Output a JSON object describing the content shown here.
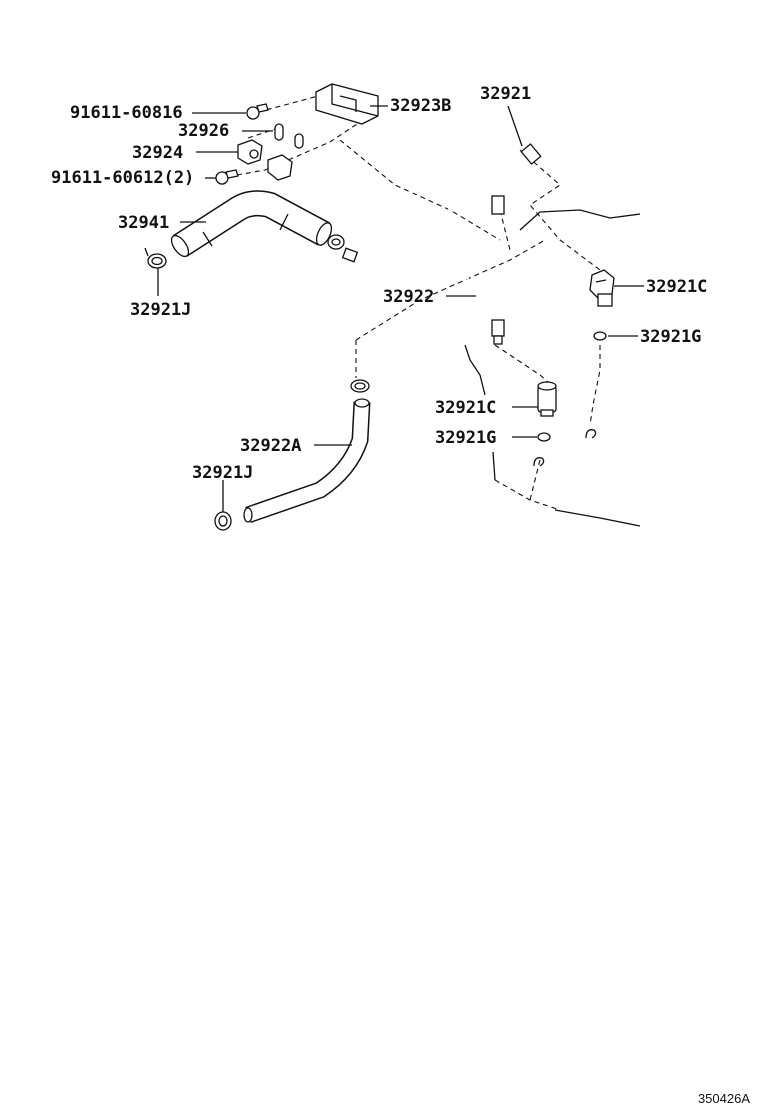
{
  "diagram": {
    "drawing_code": "350426A",
    "labels": {
      "p91611_60816": "91611-60816",
      "p32926": "32926",
      "p32924": "32924",
      "p91611_60612": "91611-60612(2)",
      "p32923B": "32923B",
      "p32921": "32921",
      "p32941": "32941",
      "p32921J_top": "32921J",
      "p32922": "32922",
      "p32921C_right": "32921C",
      "p32921G_right": "32921G",
      "p32921C_mid": "32921C",
      "p32921G_mid": "32921G",
      "p32922A": "32922A",
      "p32921J_bottom": "32921J"
    }
  }
}
